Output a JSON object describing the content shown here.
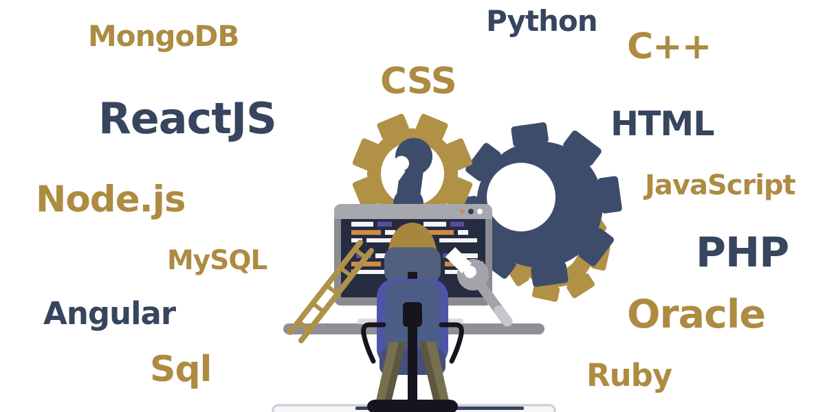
{
  "title": "Programming technologies illustration",
  "languages": [
    {
      "label": "MongoDB",
      "color": "gold"
    },
    {
      "label": "Python",
      "color": "navy"
    },
    {
      "label": "C++",
      "color": "gold"
    },
    {
      "label": "CSS",
      "color": "gold"
    },
    {
      "label": "ReactJS",
      "color": "navy"
    },
    {
      "label": "HTML",
      "color": "navy"
    },
    {
      "label": "Node.js",
      "color": "gold"
    },
    {
      "label": "JavaScript",
      "color": "gold"
    },
    {
      "label": "MySQL",
      "color": "gold"
    },
    {
      "label": "PHP",
      "color": "navy"
    },
    {
      "label": "Angular",
      "color": "navy"
    },
    {
      "label": "Oracle",
      "color": "gold"
    },
    {
      "label": "Sql",
      "color": "gold"
    },
    {
      "label": "Ruby",
      "color": "gold"
    }
  ],
  "colors": {
    "gold_text": "#ad8b41",
    "navy_text": "#37455e",
    "gear_gold": "#b09145",
    "gear_navy": "#3e4c6b",
    "screen": "#262c40",
    "code_orange": "#cf8a45",
    "code_purple": "#574ea0",
    "code_white": "#f4f5f7",
    "monitor_frame": "#8b8c90",
    "monitor_topbar": "#a7a8ad",
    "desk": "#8f9094",
    "chair_blue": "#4f55a6",
    "chair_slate": "#4c5e85",
    "headrest": "#52607e",
    "hair": "#a7863e",
    "legs_olive": "#76704e",
    "chair_black": "#17141d",
    "wrench_gray": "#a3a4a9",
    "ladder_gold": "#b0914a",
    "background": "#ffffff"
  },
  "scene": {
    "elements": [
      "gold-gear",
      "navy-gear",
      "small-gold-gear",
      "navy-wrench-silhouette",
      "monitor-with-code",
      "window-dots",
      "developer-hair-bun",
      "office-chair",
      "desk",
      "keyboard",
      "ladder",
      "wrench",
      "floor-mat"
    ]
  }
}
